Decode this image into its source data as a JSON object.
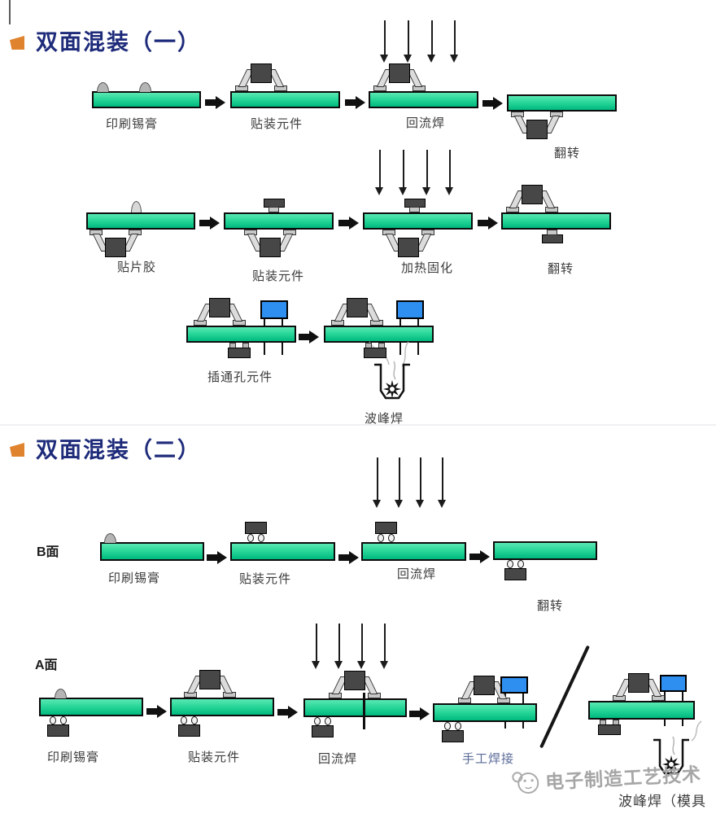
{
  "sections": [
    {
      "title": "双面混装（一）",
      "rows": [
        {
          "labels": [
            "印刷锡膏",
            "贴装元件",
            "回流焊",
            "翻转"
          ]
        },
        {
          "labels": [
            "贴片胶",
            "贴装元件",
            "加热固化",
            "翻转"
          ]
        },
        {
          "labels": [
            "插通孔元件",
            "波峰焊"
          ]
        }
      ]
    },
    {
      "title": "双面混装（二）",
      "side_labels": {
        "b": "B面",
        "a": "A面"
      },
      "rows": [
        {
          "labels": [
            "印刷锡膏",
            "贴装元件",
            "回流焊",
            "翻转"
          ]
        },
        {
          "labels": [
            "印刷锡膏",
            "贴装元件",
            "回流焊",
            "手工焊接",
            "波峰焊（模具"
          ]
        }
      ]
    }
  ],
  "watermark": {
    "text": "电子制造工艺技术"
  },
  "icons": {
    "flow_arrow": "right-arrow",
    "heat_arrows": "four-down-arrows",
    "wave_solder_pot": "pot-with-star-nozzle",
    "watermark_logo": "cartoon-face",
    "section_bullet": "orange-flag"
  },
  "colors": {
    "title_navy": "#1e2b7a",
    "bullet_orange": "#e0832e",
    "board_green": "#26d597",
    "component_dark": "#474747",
    "component_light": "#c7c7c7",
    "through_hole_blue": "#2e8ff0",
    "manual_solder_label": "#5b6b99",
    "watermark_gray": "#a6a6a6"
  }
}
